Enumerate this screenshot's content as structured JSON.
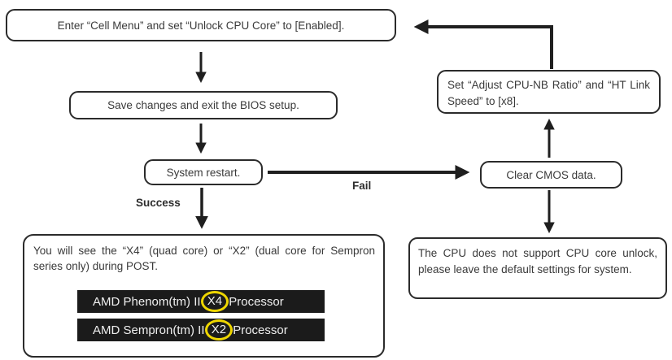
{
  "diagram": {
    "title_hint": "CPU core unlock flowchart",
    "nodes": {
      "enter_cell_menu": "Enter “Cell Menu” and set “Unlock CPU Core” to [Enabled].",
      "save_exit": "Save changes and exit the BIOS setup.",
      "system_restart": "System restart.",
      "post_result": "You will see the “X4” (quad core) or “X2” (dual core for Sempron series only) during POST.",
      "set_ratio": "Set “Adjust CPU-NB Ratio” and “HT Link Speed” to [x8].",
      "clear_cmos": "Clear CMOS data.",
      "cpu_not_support": "The CPU does not support CPU core unlock, please leave the default settings for system."
    },
    "edge_labels": {
      "success": "Success",
      "fail": "Fail"
    },
    "post_screens": [
      {
        "prefix": "AMD Phenom(tm) II ",
        "highlighted": "X4",
        "suffix": " Processor"
      },
      {
        "prefix": "AMD Sempron(tm) II ",
        "highlighted": "X2",
        "suffix": " Processor"
      }
    ],
    "colors": {
      "line": "#1f1f1f",
      "box_border": "#2b2b2b",
      "text": "#3a3a3a",
      "screen_bg": "#1b1b1b",
      "screen_text": "#efefef",
      "highlight_ellipse": "#eed600"
    }
  }
}
